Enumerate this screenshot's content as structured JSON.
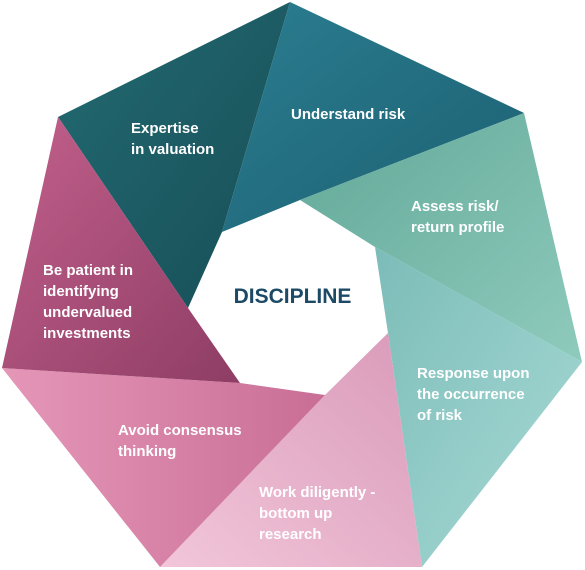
{
  "center_title": "DISCIPLINE",
  "segments": [
    {
      "id": "expertise",
      "label": "Expertise\nin valuation",
      "color": "#236a72",
      "color_dark": "#174e56"
    },
    {
      "id": "understand",
      "label": "Understand risk",
      "color": "#2b7d90",
      "color_dark": "#1c6072"
    },
    {
      "id": "assess",
      "label": "Assess risk/\nreturn profile",
      "color": "#86c6b8",
      "color_dark": "#62a898"
    },
    {
      "id": "response",
      "label": "Response upon\nthe occurrence\nof risk",
      "color": "#a3d7d3",
      "color_dark": "#7cbcb8"
    },
    {
      "id": "work",
      "label": "Work diligently -\nbottom up\nresearch",
      "color": "#edbbd2",
      "color_dark": "#d99ab9"
    },
    {
      "id": "avoid",
      "label": "Avoid consensus\nthinking",
      "color": "#e08db0",
      "color_dark": "#c96e95"
    },
    {
      "id": "patient",
      "label": "Be patient in\nidentifying\nundervalued\ninvestments",
      "color": "#b85583",
      "color_dark": "#8e3d64"
    }
  ]
}
